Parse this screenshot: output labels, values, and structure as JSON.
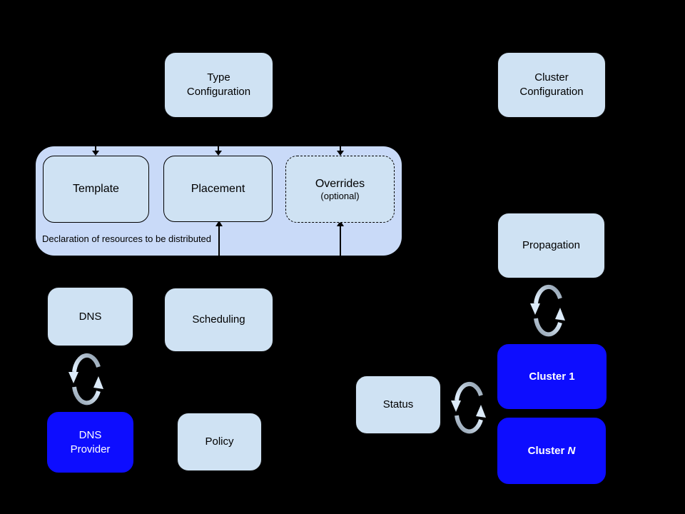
{
  "colors": {
    "background": "#000000",
    "node_light_fill": "#cfe2f3",
    "container_fill": "#c9daf8",
    "node_blue_fill": "#0d0dff",
    "text_dark": "#000000",
    "text_light": "#ffffff",
    "sync_icon_light": "#dcebf9",
    "sync_icon_dark": "#8e9dac"
  },
  "icons": {
    "sync": "sync-cycle-arrows"
  },
  "nodes": {
    "type_configuration": {
      "label": "Type\nConfiguration"
    },
    "cluster_configuration": {
      "label": "Cluster\nConfiguration"
    },
    "container": {
      "caption": "Declaration of resources to be distributed"
    },
    "template": {
      "label": "Template"
    },
    "placement": {
      "label": "Placement"
    },
    "overrides": {
      "label": "Overrides",
      "sublabel": "(optional)"
    },
    "dns": {
      "label": "DNS"
    },
    "scheduling": {
      "label": "Scheduling"
    },
    "propagation": {
      "label": "Propagation"
    },
    "status": {
      "label": "Status"
    },
    "policy": {
      "label": "Policy"
    },
    "dns_provider": {
      "label": "DNS\nProvider"
    },
    "cluster_1": {
      "label": "Cluster 1"
    },
    "cluster_n": {
      "prefix": "Cluster ",
      "n": "N"
    }
  }
}
